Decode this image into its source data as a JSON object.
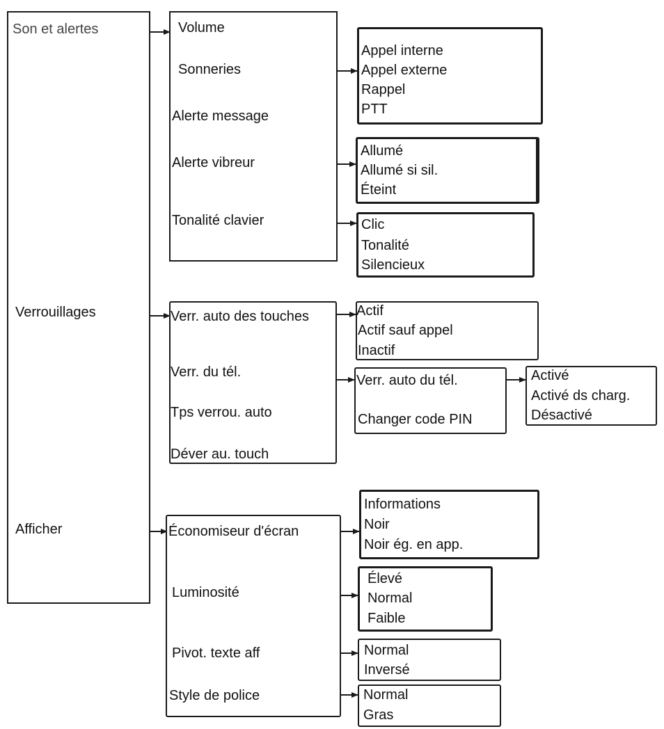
{
  "root": {
    "son_alertes": "Son et alertes",
    "verrouillages": "Verrouillages",
    "afficher": "Afficher"
  },
  "son": {
    "items": [
      "Volume",
      "Sonneries",
      "Alerte message",
      "Alerte vibreur",
      "Tonalité clavier"
    ],
    "sonneries": [
      "Appel interne",
      "Appel externe",
      "Rappel",
      "PTT"
    ],
    "vibreur": [
      "Allumé",
      "Allumé si sil.",
      "Éteint"
    ],
    "clavier": [
      "Clic",
      "Tonalité",
      "Silencieux"
    ]
  },
  "verr": {
    "items": [
      "Verr. auto des touches",
      "Verr. du tél.",
      "Tps verrou. auto",
      "Déver au. touch"
    ],
    "touches": [
      "Actif",
      "Actif sauf appel",
      "Inactif"
    ],
    "tel": [
      "Verr. auto du tél.",
      "Changer code PIN"
    ],
    "auto_tel": [
      "Activé",
      "Activé ds charg.",
      "Désactivé"
    ]
  },
  "aff": {
    "items": [
      "Économiseur d'écran",
      "Luminosité",
      "Pivot. texte aff",
      "Style de police"
    ],
    "economiseur": [
      "Informations",
      "Noir",
      "Noir ég. en app."
    ],
    "luminosite": [
      "Élevé",
      "Normal",
      "Faible"
    ],
    "pivot": [
      "Normal",
      "Inversé"
    ],
    "police": [
      "Normal",
      "Gras"
    ]
  }
}
